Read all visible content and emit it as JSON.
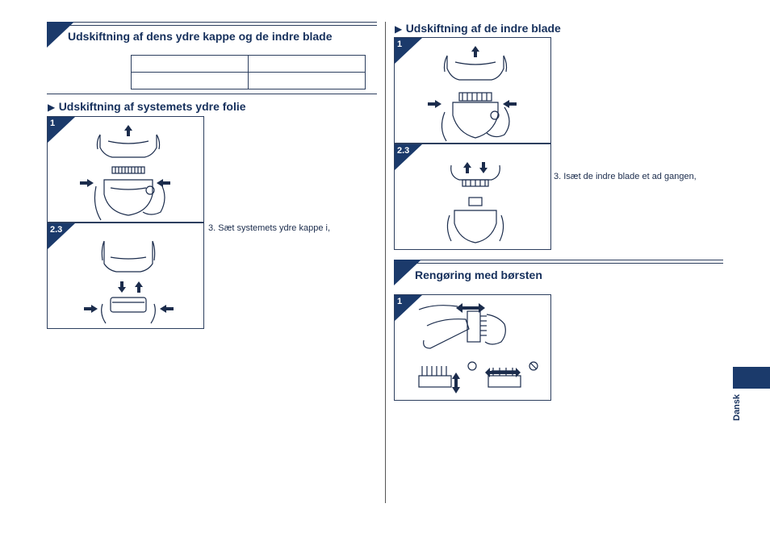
{
  "left": {
    "section_title": "Udskiftning af dens ydre kappe og de indre blade",
    "subsection_title": "Udskiftning af systemets ydre folie",
    "panels": [
      {
        "badge": "1"
      },
      {
        "badge": "2.3"
      }
    ],
    "step_caption": "3.  Sæt systemets ydre kappe i,"
  },
  "right": {
    "subsection_title": "Udskiftning af de indre blade",
    "panels": [
      {
        "badge": "1"
      },
      {
        "badge": "2.3"
      }
    ],
    "step_caption": "3.  Isæt de indre blade et ad gangen,",
    "section2_title": "Rengøring med børsten",
    "brush_panel": {
      "badge": "1"
    }
  },
  "side_tab": {
    "label": "Dansk"
  },
  "colors": {
    "accent": "#1b3a6b",
    "line": "#2d3f5f"
  },
  "icons": [
    "triangle-bullet-icon",
    "arrow-up-icon",
    "arrow-down-icon",
    "arrow-right-icon",
    "arrow-left-icon",
    "circle-ok-icon",
    "prohibited-icon"
  ]
}
